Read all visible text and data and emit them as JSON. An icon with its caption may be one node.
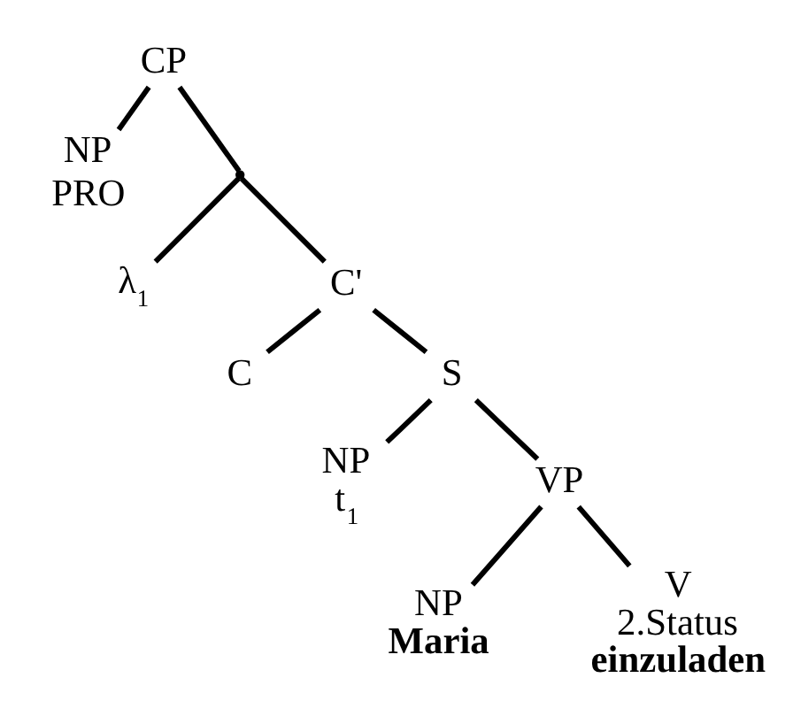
{
  "diagram": {
    "nodes": [
      {
        "text": [
          "CP"
        ]
      },
      {
        "text": [
          "NP",
          "PRO"
        ]
      },
      {
        "text": [],
        "shape": "point"
      },
      {
        "text": [
          "λ$_{1}$"
        ]
      },
      {
        "text": [
          "C'"
        ]
      },
      {
        "text": [
          "C"
        ]
      },
      {
        "text": [
          "S"
        ]
      },
      {
        "text": [
          "NP",
          "t$_{1}$"
        ]
      },
      {
        "text": [
          "VP"
        ]
      },
      {
        "text": [
          "NP",
          "Maria"
        ]
      },
      {
        "text": [
          "V",
          "2.Status",
          "einzuladen"
        ]
      }
    ],
    "edges": [
      {
        "from": 0,
        "to": 1,
        "arrow": "none"
      },
      {
        "from": 0,
        "to": 2,
        "arrow": "none"
      },
      {
        "from": 2,
        "to": 3,
        "arrow": "none"
      },
      {
        "from": 2,
        "to": 4,
        "arrow": "none"
      },
      {
        "from": 4,
        "to": 5,
        "arrow": "none"
      },
      {
        "from": 4,
        "to": 6,
        "arrow": "none"
      },
      {
        "from": 6,
        "to": 7,
        "arrow": "none"
      },
      {
        "from": 6,
        "to": 8,
        "arrow": "none"
      },
      {
        "from": 8,
        "to": 9,
        "arrow": "none"
      },
      {
        "from": 8,
        "to": 10,
        "arrow": "none"
      }
    ]
  }
}
